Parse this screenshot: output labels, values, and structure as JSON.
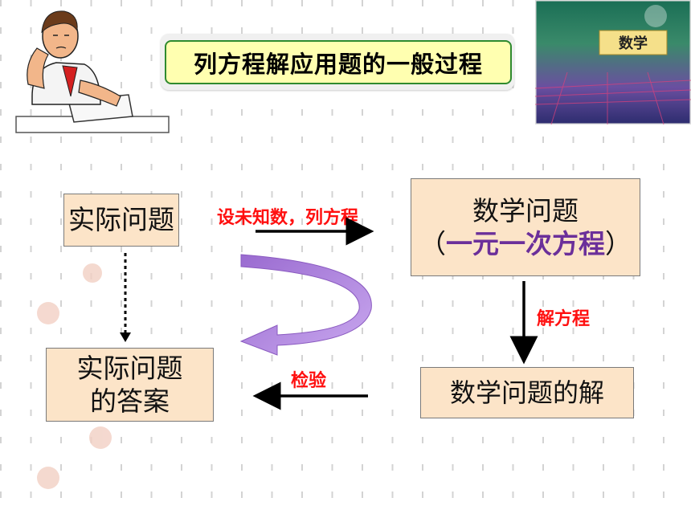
{
  "title": "列方程解应用题的一般过程",
  "nodes": {
    "real_problem": "实际问题",
    "math_problem_line1": "数学问题",
    "math_problem_paren_open": "（",
    "math_problem_line2": "一元一次方程",
    "math_problem_paren_close": "）",
    "math_solution": "数学问题的解",
    "answer_line1": "实际问题",
    "answer_line2": "的答案"
  },
  "edges": {
    "set_equation": "设未知数，列方程",
    "solve_equation": "解方程",
    "check": "检验"
  },
  "book_cover": {
    "title": "数学"
  },
  "colors": {
    "node_fill": "#fce4c8",
    "label_red": "#ff1010",
    "title_fill": "#ffffb0",
    "title_border": "#2f8a2f",
    "curve_arrow": "#a77fd6"
  }
}
